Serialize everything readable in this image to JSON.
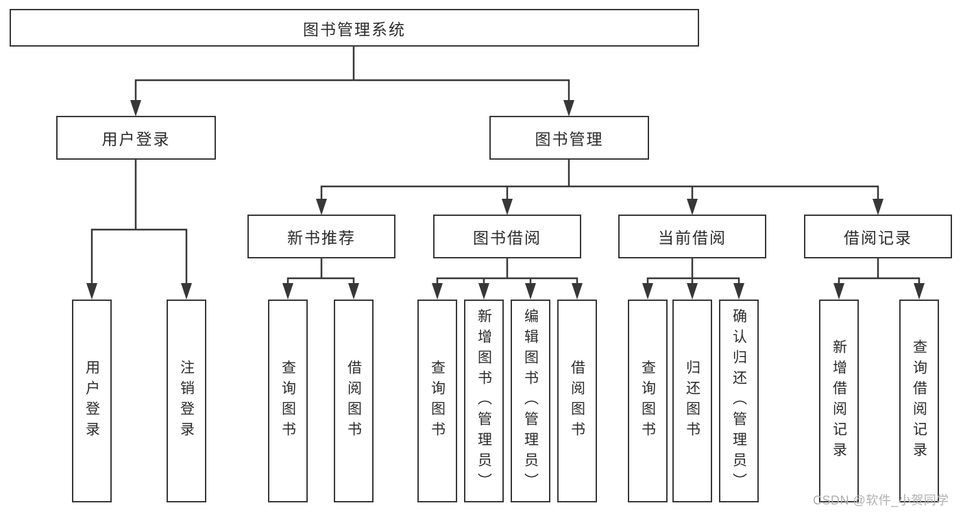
{
  "diagram_title": "图书管理系统",
  "watermark": "CSDN @软件_小贺同学",
  "colors": {
    "line": "#373737",
    "box_border": "#373737",
    "box_fill": "#ffffff",
    "text": "#2b2b2b",
    "watermark": "#b0b0b0",
    "background": "#ffffff"
  },
  "tree": {
    "root": {
      "label": "图书管理系统"
    },
    "branches": [
      {
        "label": "用户登录",
        "children": [
          {
            "label": "用户登录"
          },
          {
            "label": "注销登录"
          }
        ]
      },
      {
        "label": "图书管理",
        "children": [
          {
            "label": "新书推荐",
            "children": [
              {
                "label": "查询图书"
              },
              {
                "label": "借阅图书"
              }
            ]
          },
          {
            "label": "图书借阅",
            "children": [
              {
                "label": "查询图书"
              },
              {
                "label": "新增图书（管理员）"
              },
              {
                "label": "编辑图书（管理员）"
              },
              {
                "label": "借阅图书"
              }
            ]
          },
          {
            "label": "当前借阅",
            "children": [
              {
                "label": "查询图书"
              },
              {
                "label": "归还图书"
              },
              {
                "label": "确认归还（管理员）"
              }
            ]
          },
          {
            "label": "借阅记录",
            "children": [
              {
                "label": "新增借阅记录"
              },
              {
                "label": "查询借阅记录"
              }
            ]
          }
        ]
      }
    ]
  }
}
